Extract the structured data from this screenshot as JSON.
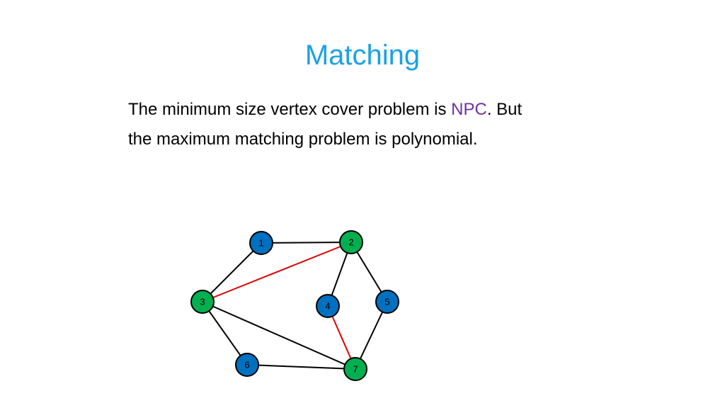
{
  "slide": {
    "title": "Matching",
    "body": {
      "before_highlight": "The minimum size vertex cover problem is ",
      "highlight": "NPC",
      "after_highlight": ". But",
      "line2": "the maximum matching problem is polynomial."
    }
  },
  "colors": {
    "title": "#1ba1e2",
    "highlight": "#7030a0",
    "node_blue": "#0070c0",
    "node_green": "#00b050",
    "edge_default": "#000000",
    "edge_matched": "#e00000"
  },
  "graph": {
    "nodes": [
      {
        "id": "1",
        "color": "blue"
      },
      {
        "id": "2",
        "color": "green"
      },
      {
        "id": "3",
        "color": "green"
      },
      {
        "id": "4",
        "color": "blue"
      },
      {
        "id": "5",
        "color": "blue"
      },
      {
        "id": "6",
        "color": "blue"
      },
      {
        "id": "7",
        "color": "green"
      }
    ],
    "edges": [
      {
        "from": "1",
        "to": "2",
        "matched": false
      },
      {
        "from": "1",
        "to": "3",
        "matched": false
      },
      {
        "from": "3",
        "to": "2",
        "matched": true
      },
      {
        "from": "2",
        "to": "4",
        "matched": false
      },
      {
        "from": "2",
        "to": "5",
        "matched": false
      },
      {
        "from": "4",
        "to": "7",
        "matched": true
      },
      {
        "from": "5",
        "to": "7",
        "matched": false
      },
      {
        "from": "3",
        "to": "6",
        "matched": false
      },
      {
        "from": "3",
        "to": "7",
        "matched": false
      },
      {
        "from": "6",
        "to": "7",
        "matched": false
      }
    ]
  }
}
